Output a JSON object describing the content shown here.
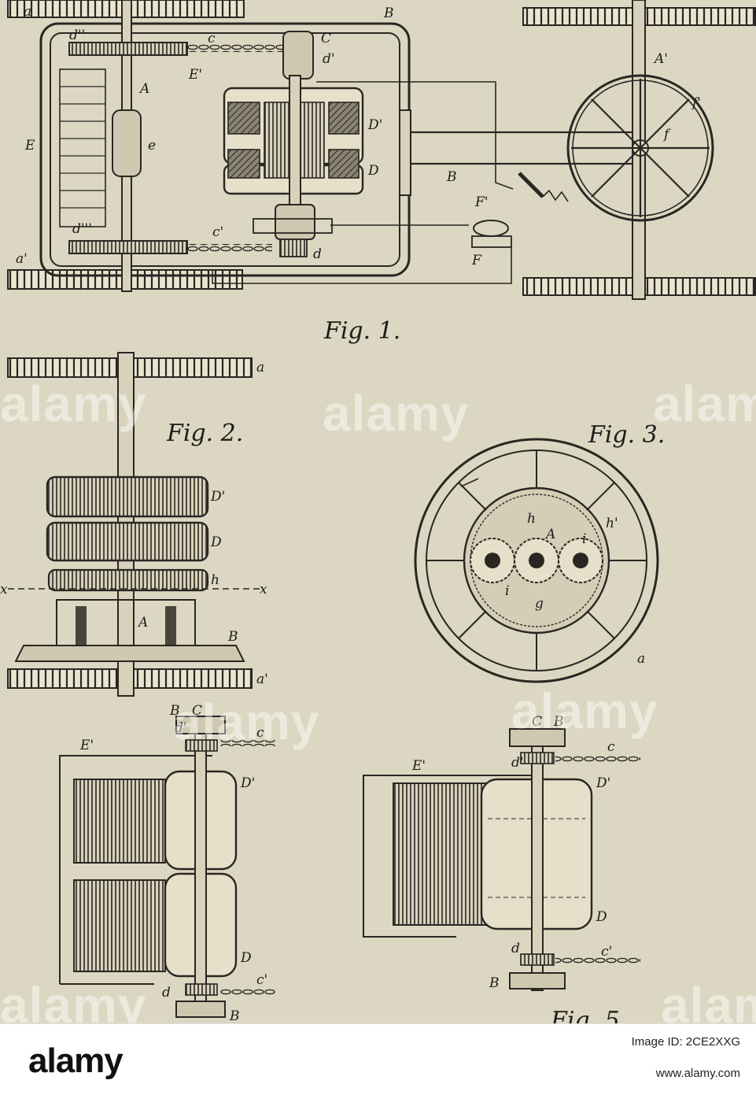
{
  "figures": {
    "fig1": "Fig. 1.",
    "fig2": "Fig. 2.",
    "fig3": "Fig. 3.",
    "fig5_partial": "Fig. 5"
  },
  "labels": {
    "a": "a",
    "a_prime": "a'",
    "b": "B",
    "c": "c",
    "c_cap": "C",
    "c_prime": "c'",
    "d_prime": "d'",
    "d_triple": "d'''",
    "d_double": "d''",
    "d": "d",
    "a_label": "A",
    "a_prime_cap": "A'",
    "e_cap": "E",
    "e_prime": "E'",
    "e": "e",
    "d_cap_prime": "D'",
    "d_cap": "D",
    "f": "f",
    "f_prime": "f'",
    "f_cap": "F",
    "f_cap_prime": "F'",
    "h": "h",
    "h_prime": "h'",
    "i": "i",
    "g": "g",
    "x": "x"
  },
  "watermark": "alamy",
  "footer": {
    "logo": "alamy",
    "image_id": "Image ID: 2CE2XXG",
    "url": "www.alamy.com"
  }
}
